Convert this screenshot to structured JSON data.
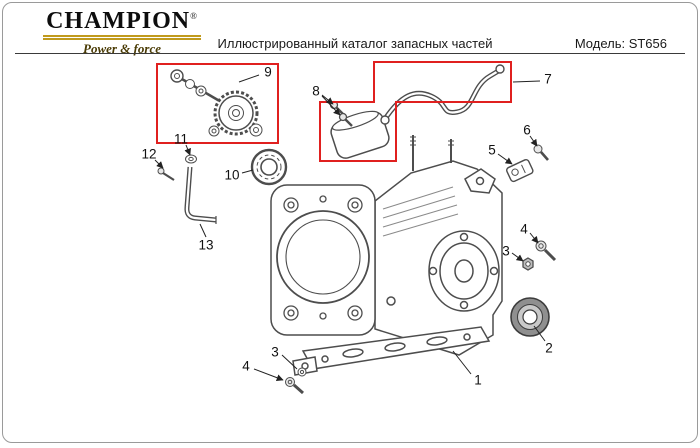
{
  "logo": {
    "brand": "CHAMPION",
    "registered": "®",
    "tagline": "Power & force"
  },
  "header": {
    "title": "Иллюстрированный каталог запасных частей",
    "model": "Модель: ST656"
  },
  "callouts": {
    "engine_block": "1",
    "oil_seal": "2",
    "nut_right": "3",
    "bolt_right": "4",
    "washer_bottom": "3",
    "bolt_bottom": "4",
    "ignition_bracket": "5",
    "bracket_bolt": "6",
    "breather_tube": "7",
    "breather_bolts": "8",
    "governor_gear": "9",
    "bearing": "10",
    "washer": "11",
    "bolt_small": "12",
    "oil_dipstick": "13"
  },
  "colors": {
    "highlight_box": "#e0201f",
    "logo_gold": "#c09a1d",
    "line_art": "#4d4d4d"
  }
}
